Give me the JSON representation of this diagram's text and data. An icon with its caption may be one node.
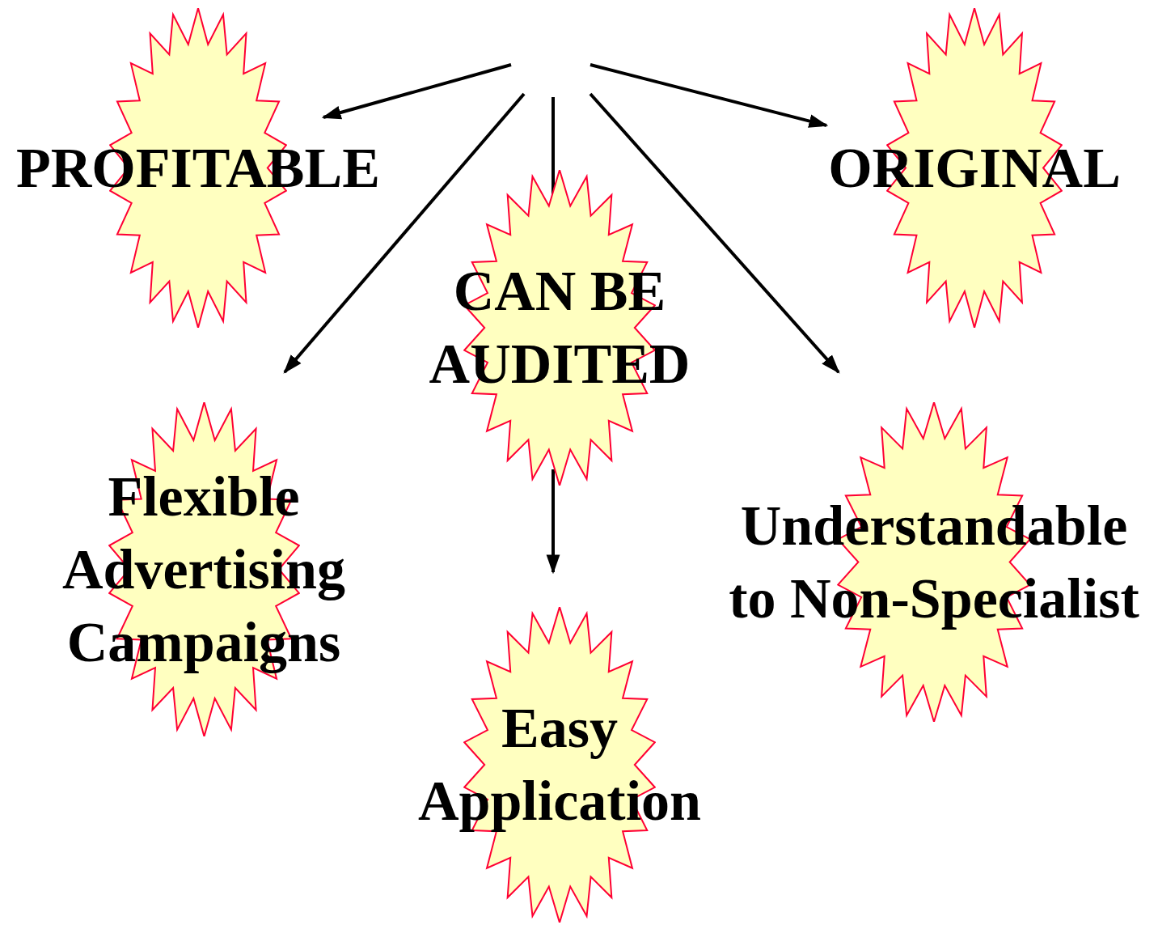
{
  "diagram": {
    "nodes": [
      {
        "text": [
          "PROFITABLE"
        ]
      },
      {
        "text": [
          "ORIGINAL"
        ]
      },
      {
        "text": [
          "CAN BE AUDITED"
        ]
      },
      {
        "text": [
          "Flexible Advertising Campaigns"
        ]
      },
      {
        "text": [
          "Understandable to Non-Specialist"
        ]
      },
      {
        "text": [
          "Easy Application"
        ]
      }
    ],
    "edges": [
      {
        "from": null,
        "to": 0,
        "arrow": "to"
      },
      {
        "from": null,
        "to": 1,
        "arrow": "to"
      },
      {
        "from": null,
        "to": 3,
        "arrow": "to"
      },
      {
        "from": null,
        "to": 4,
        "arrow": "to"
      },
      {
        "from": null,
        "to": 2,
        "arrow": "none"
      },
      {
        "from": 2,
        "to": 5,
        "arrow": "to"
      }
    ]
  }
}
